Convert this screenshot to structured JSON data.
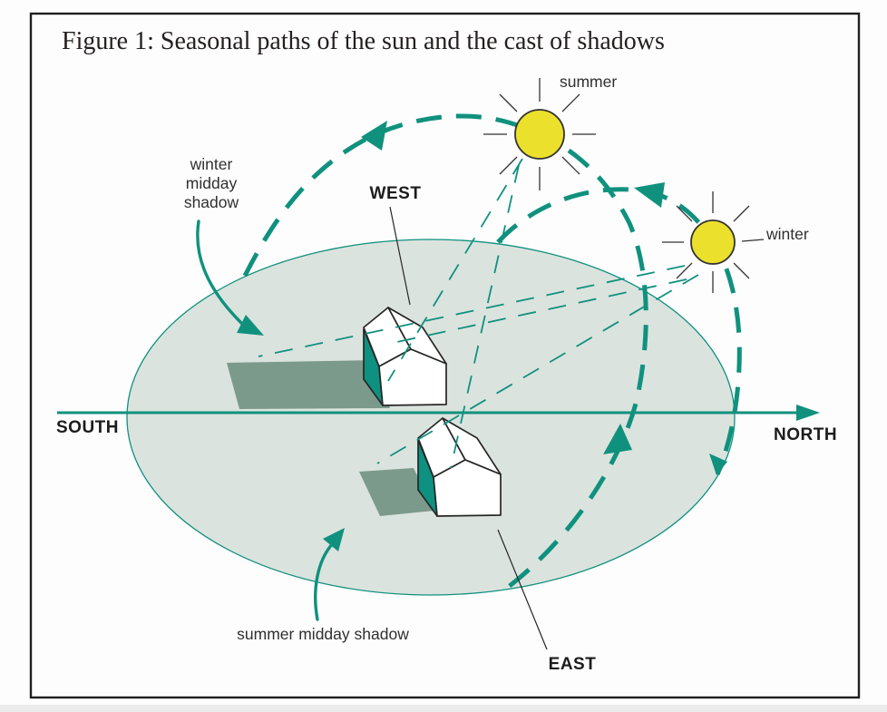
{
  "figure": {
    "title": "Figure 1: Seasonal paths of the sun and the cast of shadows"
  },
  "suns": {
    "summer_label": "summer",
    "winter_label": "winter"
  },
  "compass": {
    "north": "NORTH",
    "south": "SOUTH",
    "east": "EAST",
    "west": "WEST"
  },
  "annotations": {
    "winter_shadow_line1": "winter",
    "winter_shadow_line2": "midday",
    "winter_shadow_line3": "shadow",
    "summer_shadow": "summer midday shadow"
  },
  "colors": {
    "background": "#fdfdfd",
    "frame": "#1f1f1f",
    "teal": "#10917E",
    "ground": "#dbe3de",
    "shadow": "#7c9a8b",
    "wall": "#0E9180",
    "sun": "#EBE02B",
    "sun_outline": "#333333",
    "outline": "#262626",
    "title_text": "#241f1f",
    "label_text": "#2f2f2f",
    "compass_text": "#1c1c1c"
  }
}
